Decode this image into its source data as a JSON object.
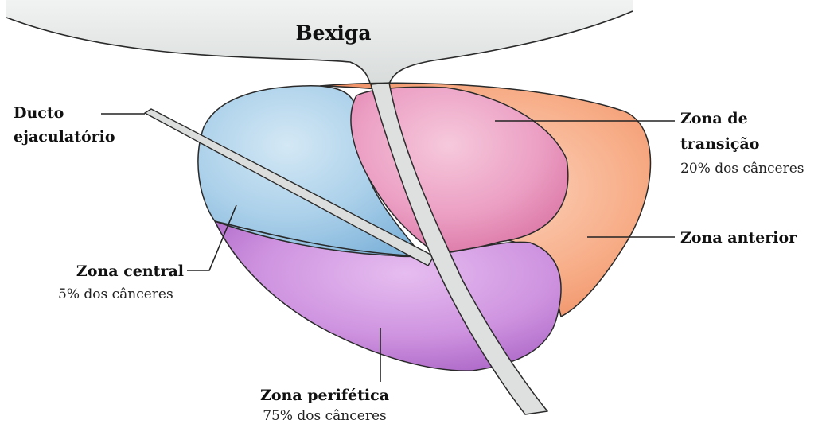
{
  "title": "Bexiga",
  "labels": {
    "ducto": {
      "line1": "Ducto",
      "line2": "ejaculatório"
    },
    "transicao": {
      "line1": "Zona de",
      "line2": "transição",
      "note": "20% dos cânceres"
    },
    "anterior": {
      "name": "Zona anterior"
    },
    "central": {
      "name": "Zona central",
      "note": "5% dos cânceres"
    },
    "periferica": {
      "name": "Zona perifética",
      "note": "75% dos cânceres"
    }
  },
  "colors": {
    "bladder": "#e4e7e6",
    "outline": "#2a2a2a",
    "anterior": "#f6a27c",
    "transition": "#e98ab6",
    "central": "#a9cfe8",
    "peripheral": "#c98ad8",
    "duct": "#dadcdc"
  }
}
